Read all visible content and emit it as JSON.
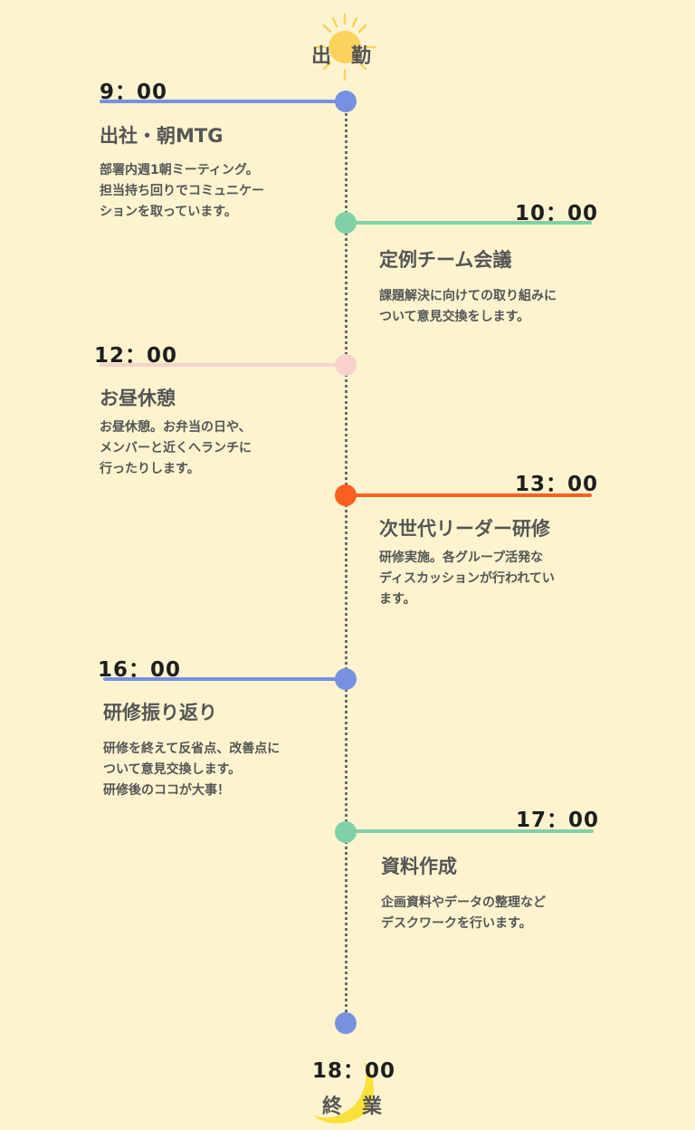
{
  "start": {
    "label": "出　勤",
    "icon": "sun-icon"
  },
  "end": {
    "time": "18：00",
    "label": "終　業",
    "icon": "moon-icon"
  },
  "colors": {
    "blue": "#7890e0",
    "green": "#7fd1a6",
    "pink": "#f8d3cc",
    "orange": "#fb5f20",
    "background": "#fdf4cf",
    "sun": "#fbd25c",
    "moon": "#f8e23a"
  },
  "entries": [
    {
      "time": "9：00",
      "title": "出社・朝MTG",
      "lines": [
        "部署内週1朝ミーティング。",
        "担当持ち回りでコミュニケー",
        "ションを取っています。"
      ]
    },
    {
      "time": "10：00",
      "title": "定例チーム会議",
      "lines": [
        "課題解決に向けての取り組みに",
        "ついて意見交換をします。"
      ]
    },
    {
      "time": "12：00",
      "title": "お昼休憩",
      "lines": [
        "お昼休憩。お弁当の日や、",
        "メンバーと近くへランチに",
        "行ったりします。"
      ]
    },
    {
      "time": "13：00",
      "title": "次世代リーダー研修",
      "lines": [
        "研修実施。各グループ活発な",
        "ディスカッションが行われてい",
        "ます。"
      ]
    },
    {
      "time": "16：00",
      "title": "研修振り返り",
      "lines": [
        "研修を終えて反省点、改善点に",
        "ついて意見交換します。",
        "研修後のココが大事！"
      ]
    },
    {
      "time": "17：00",
      "title": "資料作成",
      "lines": [
        "企画資料やデータの整理など",
        "デスクワークを行います。"
      ]
    }
  ]
}
